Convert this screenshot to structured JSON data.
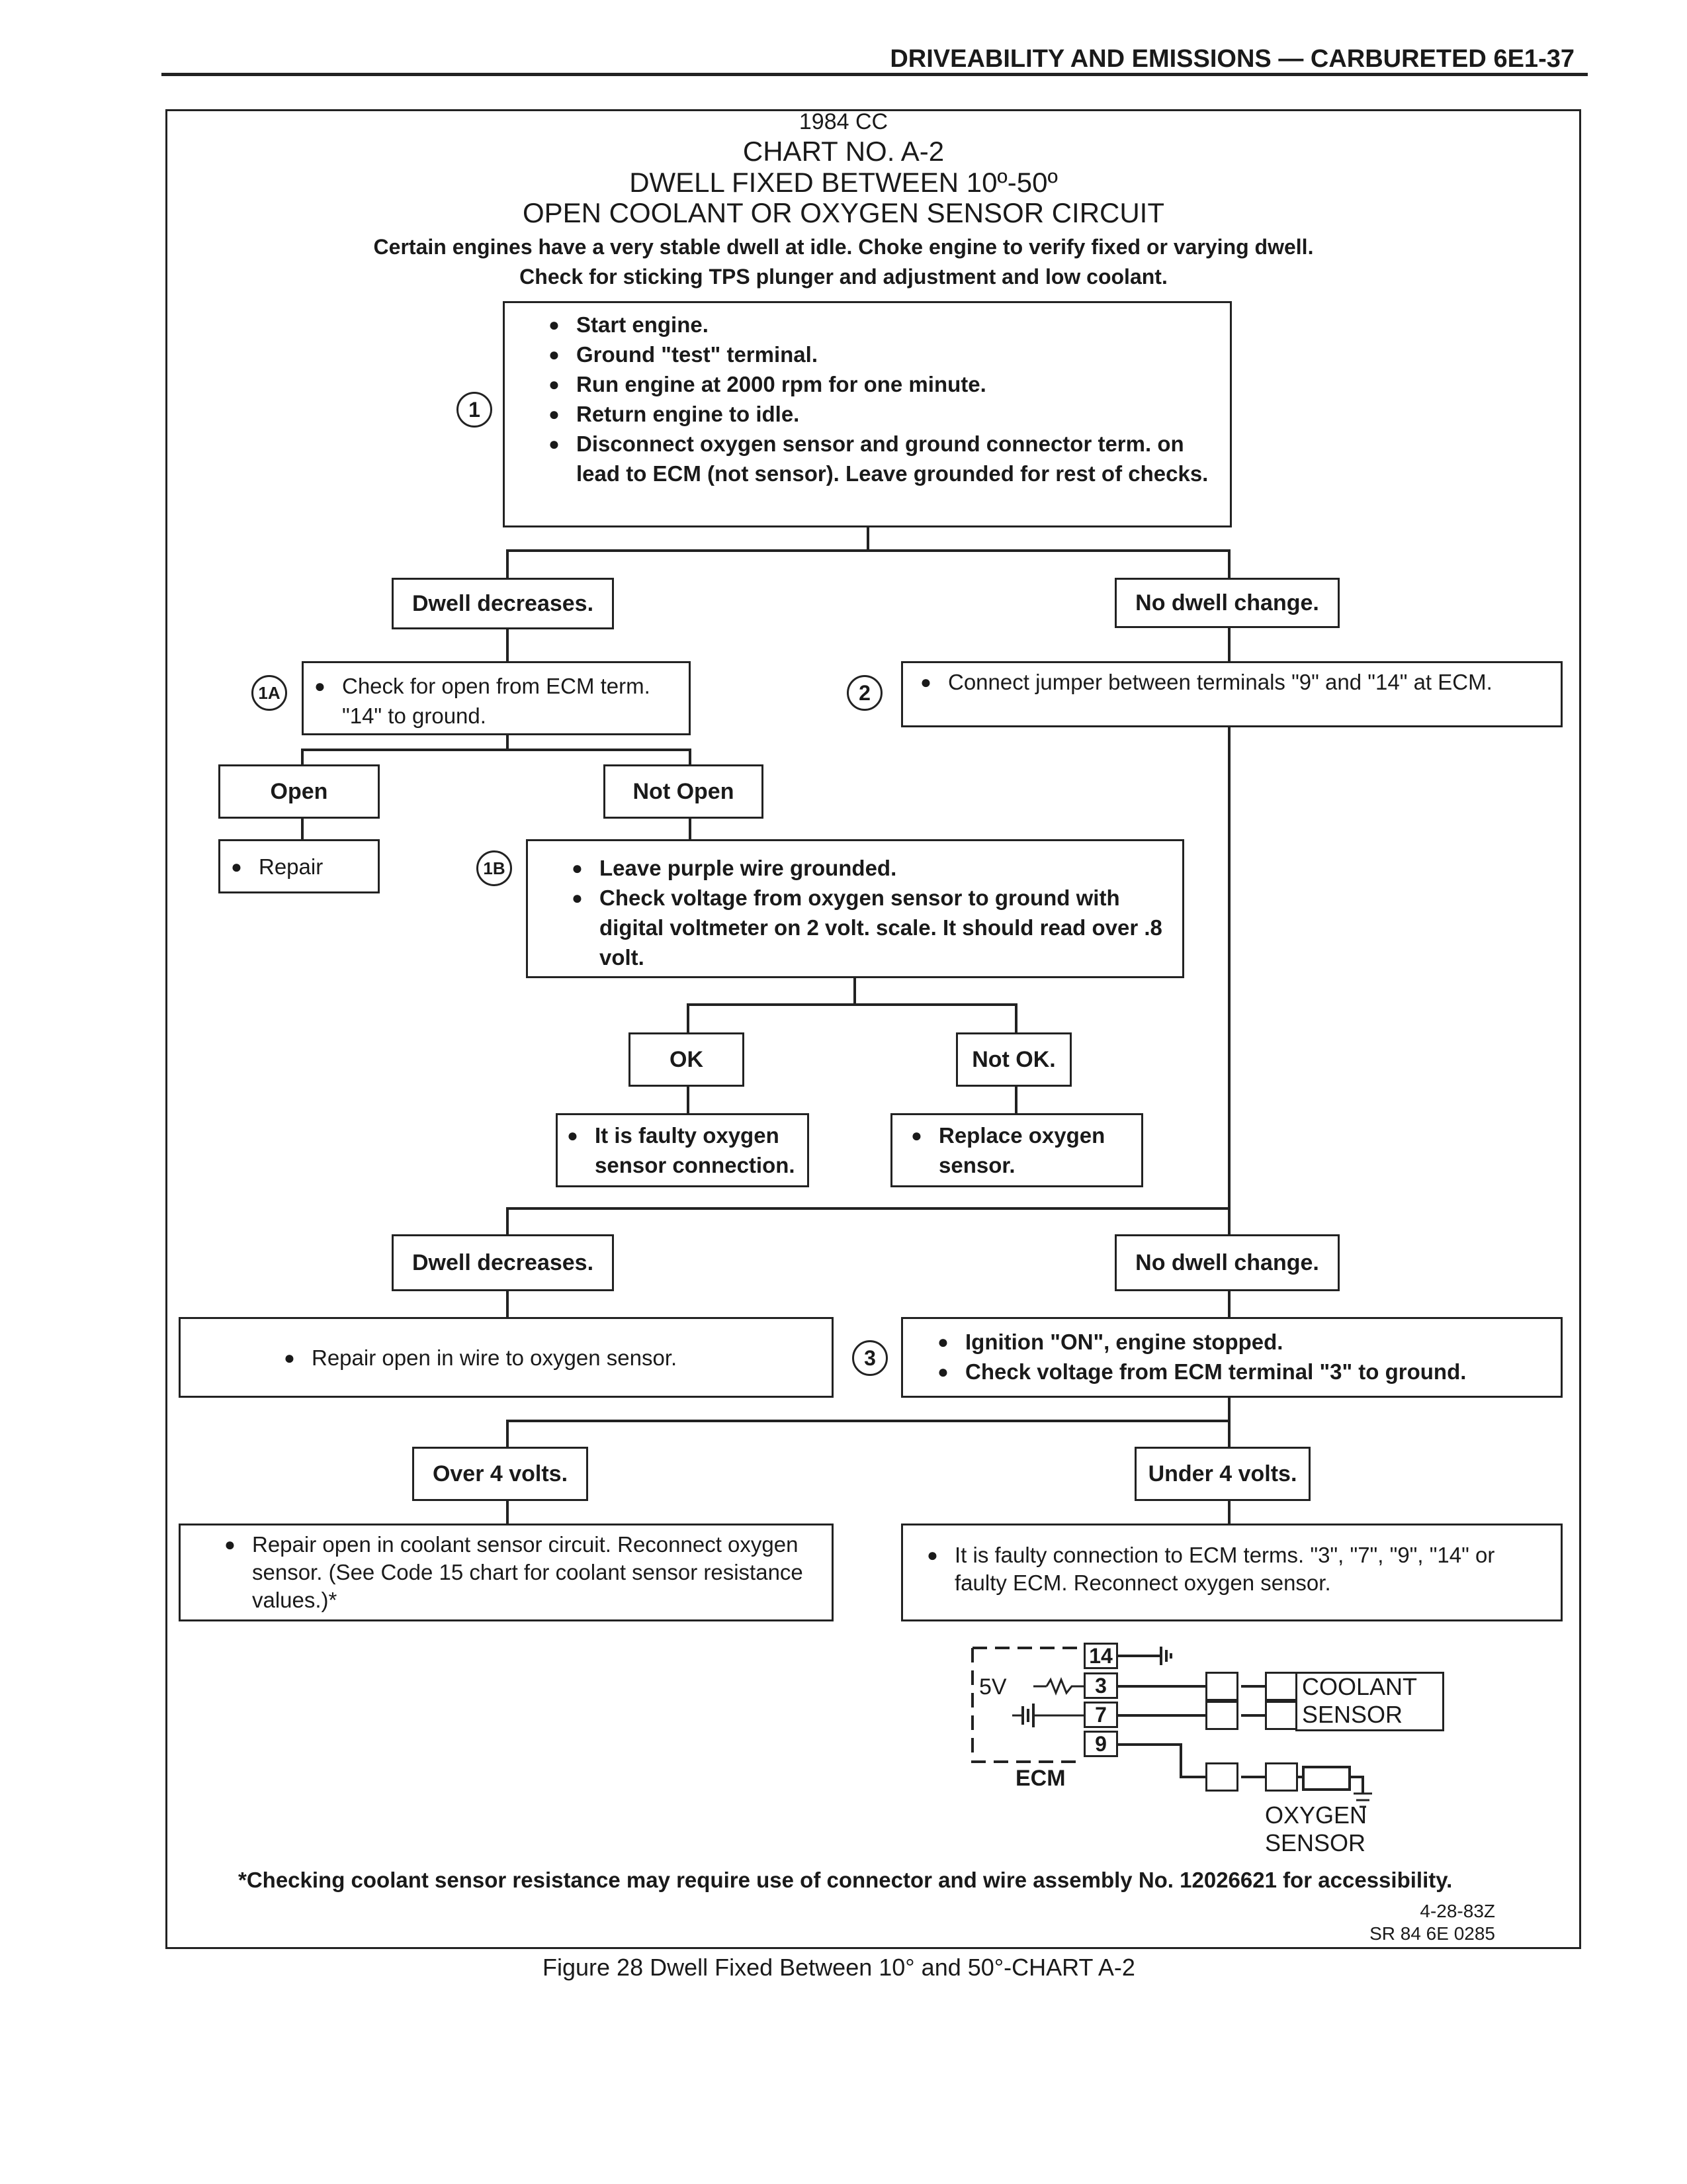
{
  "header": {
    "section": "DRIVEABILITY AND EMISSIONS — CARBURETED",
    "page": "6E1-37"
  },
  "chart": {
    "year": "1984 CC",
    "number": "CHART NO. A-2",
    "title1": "DWELL FIXED BETWEEN 10º-50º",
    "title2": "OPEN COOLANT OR OXYGEN SENSOR CIRCUIT",
    "intro1": "Certain engines have a very stable dwell at idle. Choke engine to verify fixed or varying dwell.",
    "intro2": "Check for sticking TPS plunger and adjustment and low coolant."
  },
  "steps": {
    "s1": {
      "num": "1",
      "items": [
        "Start engine.",
        "Ground \"test\" terminal.",
        "Run engine at 2000 rpm for one minute.",
        "Return engine to idle.",
        "Disconnect oxygen sensor and ground connector term. on lead to ECM (not sensor). Leave grounded for rest of checks."
      ]
    },
    "s1a": {
      "num": "1A",
      "items": [
        "Check for open from ECM term. \"14\" to ground."
      ]
    },
    "s1b": {
      "num": "1B",
      "items": [
        "Leave purple wire grounded.",
        "Check voltage from oxygen sensor to ground with digital voltmeter on 2 volt. scale. It should read over .8 volt."
      ]
    },
    "s2": {
      "num": "2",
      "items": [
        "Connect jumper between terminals \"9\" and \"14\" at ECM."
      ]
    },
    "s3": {
      "num": "3",
      "items": [
        "Ignition \"ON\", engine stopped.",
        "Check voltage from ECM terminal \"3\" to ground."
      ]
    }
  },
  "labels": {
    "dwell_decreases_1": "Dwell decreases.",
    "no_dwell_change_1": "No dwell change.",
    "open": "Open",
    "not_open": "Not Open",
    "ok": "OK",
    "not_ok": "Not OK.",
    "dwell_decreases_2": "Dwell decreases.",
    "no_dwell_change_2": "No dwell change.",
    "over_4": "Over 4 volts.",
    "under_4": "Under 4 volts."
  },
  "actions": {
    "repair": "Repair",
    "faulty_o2_conn": "It is faulty oxygen sensor connection.",
    "replace_o2": "Replace oxygen sensor.",
    "repair_open_o2": "Repair open in wire to oxygen sensor.",
    "repair_coolant": "Repair open in coolant sensor circuit. Reconnect oxygen sensor. (See Code 15 chart for coolant sensor resistance values.)*",
    "faulty_ecm": "It is faulty connection to ECM terms. \"3\", \"7\", \"9\", \"14\" or faulty ECM. Reconnect oxygen sensor."
  },
  "schematic": {
    "pins": [
      "14",
      "3",
      "7",
      "9"
    ],
    "v5": "5V",
    "ecm": "ECM",
    "coolant_sensor": "COOLANT SENSOR",
    "oxygen_sensor": "OXYGEN SENSOR"
  },
  "footnote": "*Checking coolant sensor resistance may require use of connector and wire assembly No. 12026621 for accessibility.",
  "ref": {
    "date": "4-28-83Z",
    "code": "SR 84 6E 0285"
  },
  "caption": "Figure 28 Dwell Fixed Between 10° and 50°-CHART A-2"
}
